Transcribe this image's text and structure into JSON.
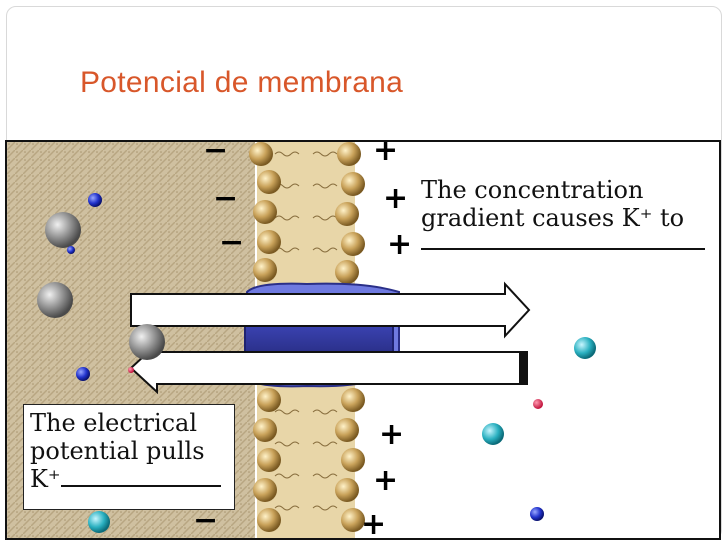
{
  "title": "Potencial de membrana",
  "concentration_note": {
    "line1": "The concentration",
    "line2": "gradient causes K⁺ to"
  },
  "electrical_note": {
    "line1": "The electrical",
    "line2": "potential pulls",
    "line3": "K⁺"
  },
  "signs": {
    "minus": "−",
    "plus": "+"
  },
  "colors": {
    "title": "#d8572a",
    "channel": "#4a54c8",
    "potassium_ion": "#2ab0c0",
    "large_ion": "#9a9a9a",
    "small_ion": "#2233cc",
    "lipid_head": "#c9a25a"
  }
}
